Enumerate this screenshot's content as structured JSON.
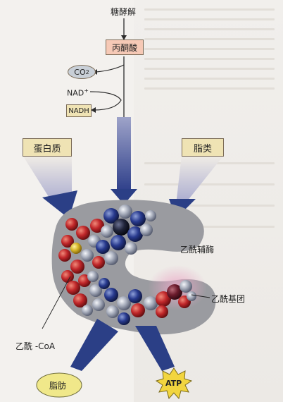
{
  "diagram": {
    "glycolysis": "糖酵解",
    "pyruvate": "丙酮酸",
    "co2": "CO",
    "co2_sub": "2",
    "nad_plus": "NAD",
    "nad_sup": "+",
    "nadh": "NADH",
    "protein": "蛋白质",
    "lipid": "脂类",
    "coenzyme_a": "乙酰辅酶",
    "acetyl_group": "乙酰基团",
    "acetyl_coa": "乙酰 -CoA",
    "fat": "脂肪",
    "atp": "ATP"
  },
  "colors": {
    "pyruvate_box": "#f6c9b6",
    "box_fill": "#efe3b4",
    "co2_fill": "#c8cfd7",
    "molecule_gray": "#9a9ba0",
    "fat_fill": "#f0e88a",
    "atp_fill": "#f2d53f",
    "arrow_blue": "#2b3f86"
  }
}
